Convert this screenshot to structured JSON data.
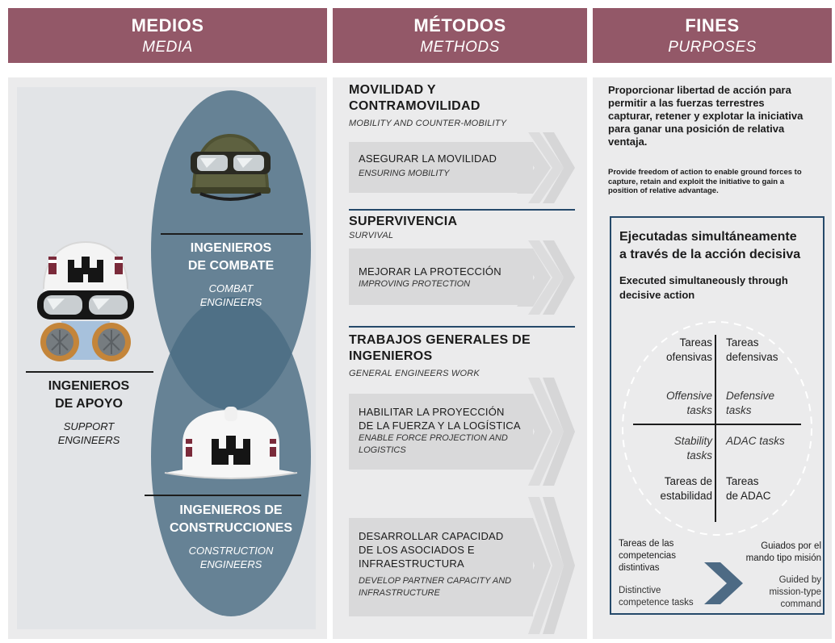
{
  "headers": {
    "medios": {
      "title": "MEDIOS",
      "subtitle": "MEDIA"
    },
    "metodos": {
      "title": "MÉTODOS",
      "subtitle": "METHODS"
    },
    "fines": {
      "title": "FINES",
      "subtitle": "PURPOSES"
    }
  },
  "colors": {
    "header": "#935868",
    "oval": "#4a6c82",
    "separator": "#25496a",
    "chevron": "#4d6a84"
  },
  "medios": {
    "combat": {
      "line1": "INGENIEROS",
      "line2": "DE COMBATE",
      "sub1": "COMBAT",
      "sub2": "ENGINEERS",
      "icon": "combat-helmet-icon"
    },
    "support": {
      "line1": "INGENIEROS",
      "line2": "DE APOYO",
      "sub1": "SUPPORT",
      "sub2": "ENGINEERS",
      "icon": "gas-mask-helmet-icon"
    },
    "construction": {
      "line1": "INGENIEROS DE",
      "line2": "CONSTRUCCIONES",
      "sub1": "CONSTRUCTION",
      "sub2": "ENGINEERS",
      "icon": "hard-hat-icon"
    }
  },
  "metodos": {
    "movilidad": {
      "title1": "MOVILIDAD Y",
      "title2": "CONTRAMOVILIDAD",
      "sub": "MOBILITY AND COUNTER-MOBILITY",
      "box": {
        "t1": "ASEGURAR LA MOVILIDAD",
        "s1": "ENSURING MOBILITY"
      }
    },
    "supervivencia": {
      "title1": "SUPERVIVENCIA",
      "sub": "SURVIVAL",
      "box": {
        "t1": "MEJORAR LA PROTECCIÓN",
        "s1": "IMPROVING PROTECTION"
      }
    },
    "trabajos": {
      "title1": "TRABAJOS GENERALES DE",
      "title2": "INGENIEROS",
      "sub": "GENERAL ENGINEERS WORK",
      "box1": {
        "t1": "HABILITAR LA PROYECCIÓN",
        "t2": "DE LA FUERZA Y LA LOGÍSTICA",
        "s1": "ENABLE FORCE PROJECTION AND",
        "s2": "LOGISTICS"
      },
      "box2": {
        "t1": "DESARROLLAR CAPACIDAD",
        "t2": "DE LOS ASOCIADOS E",
        "t3": "INFRAESTRUCTURA",
        "s1": "DEVELOP PARTNER CAPACITY AND",
        "s2": "INFRASTRUCTURE"
      }
    }
  },
  "fines": {
    "intro_es": [
      "Proporcionar libertad de acción para",
      "permitir a las fuerzas terrestres",
      "capturar,  retener y explotar la iniciativa",
      "para ganar una posición  de relativa",
      "ventaja."
    ],
    "intro_en": [
      "Provide freedom of action to enable ground forces to",
      "capture, retain and exploit the initiative to gain a",
      "position of relative advantage."
    ],
    "box_title": [
      "Ejecutadas simultáneamente",
      "a través de la acción decisiva"
    ],
    "box_sub": [
      "Executed simultaneously through",
      "decisive action"
    ],
    "grid": {
      "tl_es": [
        "Tareas",
        "ofensivas"
      ],
      "tl_en": [
        "Offensive",
        "tasks"
      ],
      "tr_es": [
        "Tareas",
        "defensivas"
      ],
      "tr_en": [
        "Defensive",
        "tasks"
      ],
      "bl_en": [
        "Stability",
        "tasks"
      ],
      "bl_es": [
        "Tareas de",
        "estabilidad"
      ],
      "br_en": [
        "ADAC tasks"
      ],
      "br_es": [
        "Tareas",
        "de ADAC"
      ]
    },
    "bottom_left_es": [
      "Tareas de las",
      "competencias",
      "distintivas"
    ],
    "bottom_left_en": [
      "Distinctive",
      "competence tasks"
    ],
    "bottom_right_es": [
      "Guiados por el",
      "mando tipo misión"
    ],
    "bottom_right_en": [
      "Guided by",
      "mission-type",
      "command"
    ]
  }
}
